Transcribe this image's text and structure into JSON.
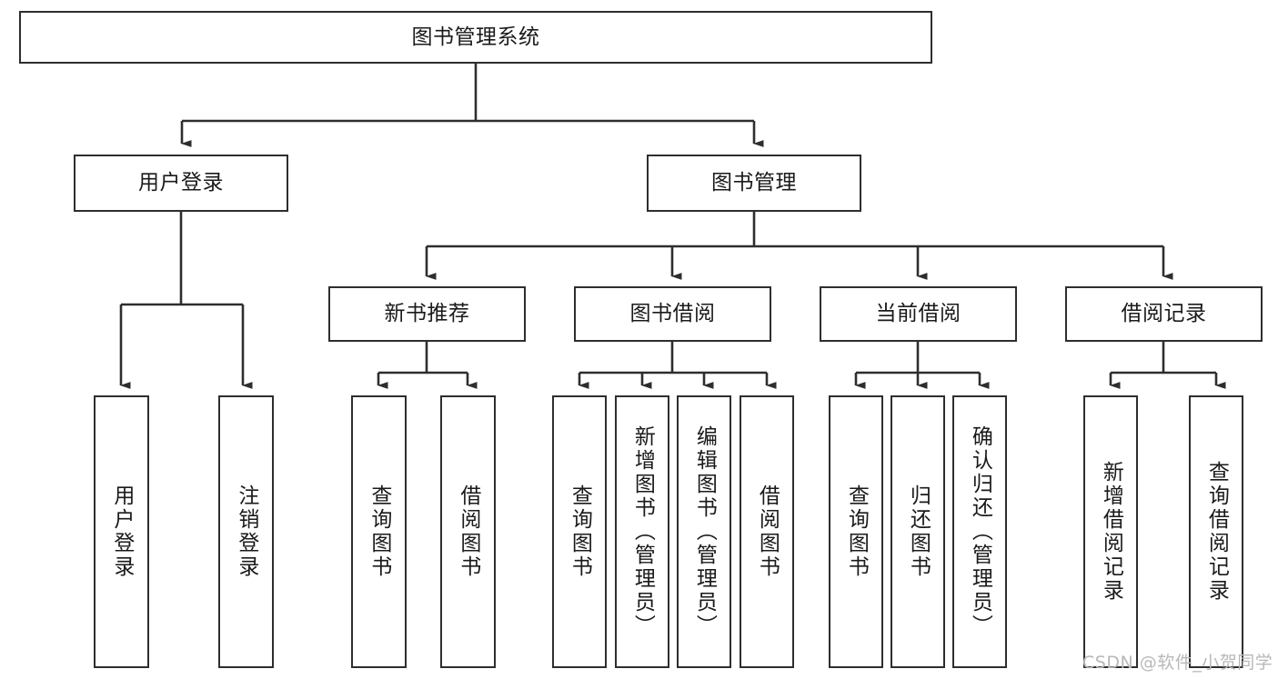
{
  "diagram": {
    "title": "图书管理系统",
    "type": "tree-hierarchy-chart",
    "root": {
      "id": "root",
      "label": "图书管理系统"
    },
    "level2": [
      {
        "id": "user-login",
        "label": "用户登录"
      },
      {
        "id": "book-manage",
        "label": "图书管理"
      }
    ],
    "level3": [
      {
        "id": "new-book-recommend",
        "label": "新书推荐",
        "parent": "book-manage"
      },
      {
        "id": "book-borrow",
        "label": "图书借阅",
        "parent": "book-manage"
      },
      {
        "id": "current-borrow",
        "label": "当前借阅",
        "parent": "book-manage"
      },
      {
        "id": "borrow-record",
        "label": "借阅记录",
        "parent": "book-manage"
      }
    ],
    "leaves": [
      {
        "id": "leaf-user-login",
        "label": "用户登录",
        "parent": "user-login"
      },
      {
        "id": "leaf-user-logout",
        "label": "注销登录",
        "parent": "user-login"
      },
      {
        "id": "leaf-query-book-1",
        "label": "查询图书",
        "parent": "new-book-recommend"
      },
      {
        "id": "leaf-borrow-book-1",
        "label": "借阅图书",
        "parent": "new-book-recommend"
      },
      {
        "id": "leaf-query-book-2",
        "label": "查询图书",
        "parent": "book-borrow"
      },
      {
        "id": "leaf-add-book",
        "label": "新增图书（管理员）",
        "parent": "book-borrow"
      },
      {
        "id": "leaf-edit-book",
        "label": "编辑图书（管理员）",
        "parent": "book-borrow"
      },
      {
        "id": "leaf-borrow-book-2",
        "label": "借阅图书",
        "parent": "book-borrow"
      },
      {
        "id": "leaf-query-book-3",
        "label": "查询图书",
        "parent": "current-borrow"
      },
      {
        "id": "leaf-return-book",
        "label": "归还图书",
        "parent": "current-borrow"
      },
      {
        "id": "leaf-confirm-return",
        "label": "确认归还（管理员）",
        "parent": "current-borrow"
      },
      {
        "id": "leaf-add-record",
        "label": "新增借阅记录",
        "parent": "borrow-record"
      },
      {
        "id": "leaf-query-record",
        "label": "查询借阅记录",
        "parent": "borrow-record"
      }
    ],
    "colors": {
      "stroke": "#2e2e2e",
      "box_fill": "#ffffff",
      "text": "#1a1a1a",
      "watermark": "#b8b8b8",
      "background": "#ffffff"
    }
  },
  "watermark": {
    "text": "CSDN @软件_小贺同学"
  }
}
